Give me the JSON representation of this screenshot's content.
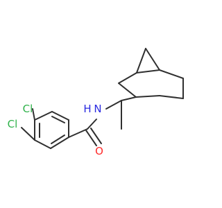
{
  "molecule": {
    "atoms": [
      {
        "id": "cl1",
        "symbol": "Cl",
        "color": "#2fb24a"
      },
      {
        "id": "cl2",
        "symbol": "Cl",
        "color": "#2fb24a"
      },
      {
        "id": "n",
        "symbol": "N",
        "color": "#2a2ae0"
      },
      {
        "id": "h",
        "symbol": "H",
        "color": "#2a2ae0"
      },
      {
        "id": "o",
        "symbol": "O",
        "color": "#ff2a2a"
      }
    ]
  }
}
